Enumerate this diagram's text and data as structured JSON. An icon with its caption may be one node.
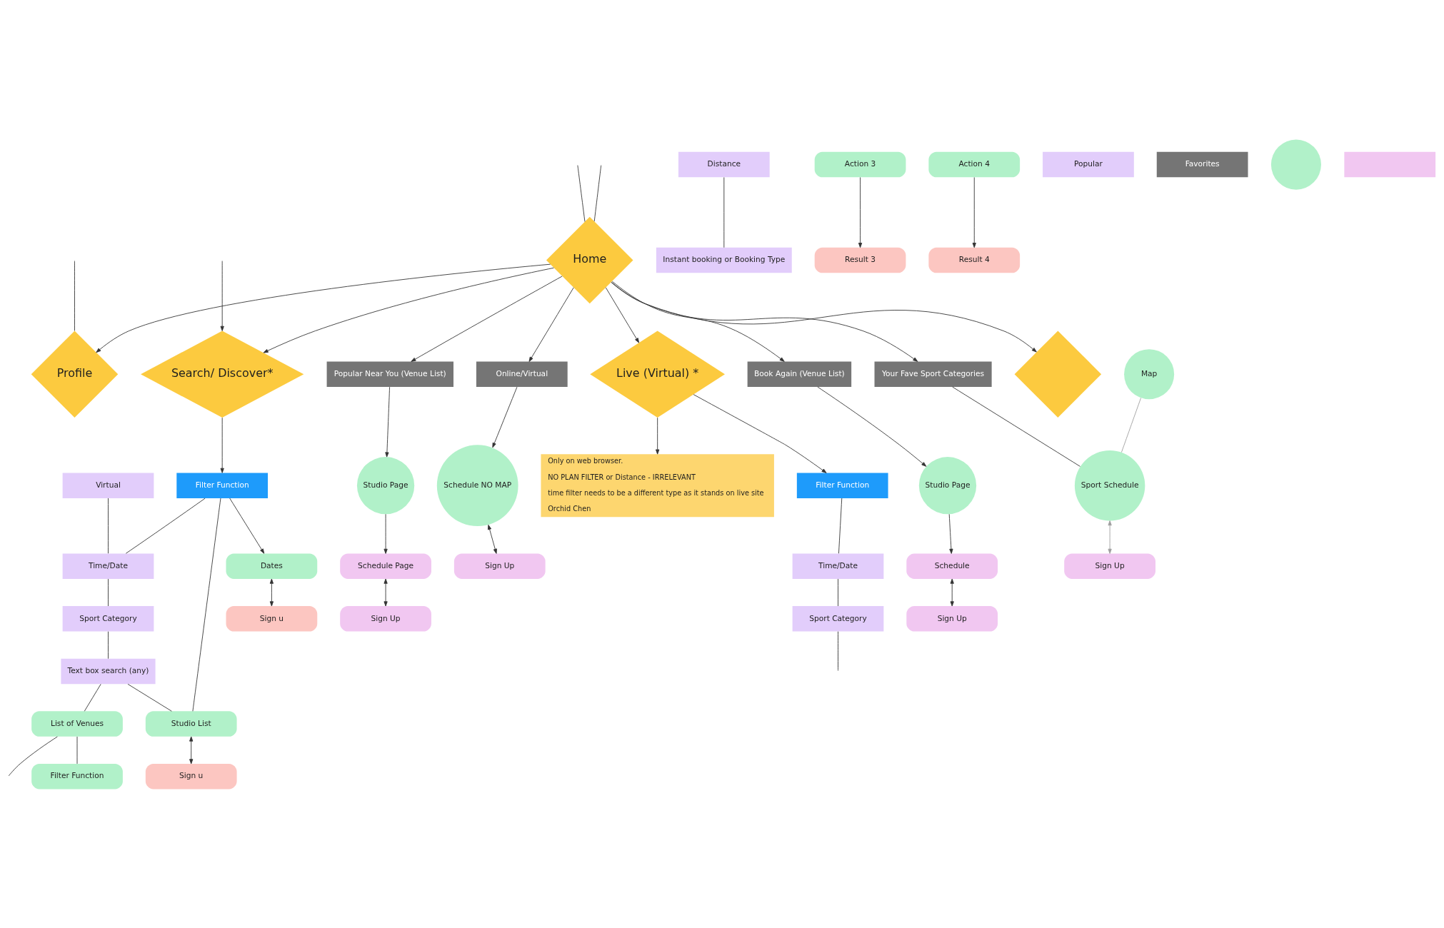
{
  "diagram": {
    "nodes": [
      {
        "text": [
          "Profile"
        ]
      },
      {
        "text": [],
        "shape": "diamond"
      },
      {
        "text": [
          "Home"
        ]
      },
      {
        "text": [
          "Search/ Discover*"
        ]
      },
      {
        "text": [
          "Your Fave Sport Categories"
        ]
      },
      {
        "text": [
          "Book Again (Venue List)"
        ]
      },
      {
        "text": [
          "Popular Near You (Venue List)"
        ]
      },
      {
        "text": [
          "Map"
        ]
      },
      {
        "text": [
          "Sport Schedule"
        ]
      },
      {
        "text": [
          "Sign Up"
        ]
      },
      {
        "text": [
          "Studio Page"
        ]
      },
      {
        "text": [
          "Schedule"
        ]
      },
      {
        "text": [
          "Sign Up"
        ]
      },
      {
        "text": [
          "Online/Virtual"
        ]
      },
      {
        "text": [
          "Schedule NO MAP"
        ]
      },
      {
        "text": [
          "Sign Up"
        ]
      },
      {
        "text": [
          "Studio Page"
        ]
      },
      {
        "text": [
          "Schedule Page"
        ]
      },
      {
        "text": [
          "Sign Up"
        ]
      },
      {
        "text": [
          "Live (Virtual) *"
        ]
      },
      {
        "text": [
          "Only on web browser.",
          "NO PLAN FILTER or Distance - IRRELEVANT",
          "time filter needs to be a different type as it stands on live site",
          "Orchid Chen"
        ]
      },
      {
        "text": [
          "Filter Function"
        ]
      },
      {
        "text": [
          "Time/Date"
        ]
      },
      {
        "text": [
          "Sport Category"
        ]
      },
      {
        "text": [
          "Filter Function"
        ]
      },
      {
        "text": [
          "Time/Date"
        ]
      },
      {
        "text": [
          "Virtual"
        ]
      },
      {
        "text": [
          "Sport Category"
        ]
      },
      {
        "text": [
          "Text box search (any)"
        ]
      },
      {
        "text": [
          "Distance"
        ]
      },
      {
        "text": [
          "Instant booking or Booking Type"
        ]
      },
      {
        "text": [
          "List of Venues"
        ]
      },
      {
        "text": [
          "Filter Function"
        ]
      },
      {
        "text": [
          "Studio List"
        ]
      },
      {
        "text": [
          "Dates"
        ]
      },
      {
        "text": [
          "Sign u"
        ]
      },
      {
        "text": [
          "Sign u"
        ]
      },
      {
        "text": [
          "Action 3"
        ]
      },
      {
        "text": [
          "Result 3"
        ]
      },
      {
        "text": [
          "Action 4"
        ]
      },
      {
        "text": [
          "Result 4"
        ]
      },
      {
        "text": [
          "Popular"
        ]
      },
      {
        "text": [
          "Favorites"
        ]
      },
      {
        "text": [],
        "shape": "circle"
      },
      {
        "text": [],
        "shape": "box"
      }
    ],
    "edges": [
      {
        "from": null,
        "to": 0,
        "arrow": "none"
      },
      {
        "from": 2,
        "to": 0,
        "arrow": "to"
      },
      {
        "from": 2,
        "to": 1,
        "arrow": "to"
      },
      {
        "from": null,
        "to": 2,
        "arrow": "none"
      },
      {
        "from": null,
        "to": 2,
        "arrow": "none"
      },
      {
        "from": 2,
        "to": 3,
        "arrow": "to"
      },
      {
        "from": null,
        "to": 3,
        "arrow": "to"
      },
      {
        "from": 2,
        "to": 4,
        "arrow": "to"
      },
      {
        "from": 2,
        "to": 5,
        "arrow": "to"
      },
      {
        "from": 2,
        "to": 6,
        "arrow": "to"
      },
      {
        "from": 2,
        "to": 13,
        "arrow": "to"
      },
      {
        "from": 2,
        "to": 19,
        "arrow": "to"
      },
      {
        "from": 4,
        "to": 8,
        "arrow": "none"
      },
      {
        "from": 7,
        "to": 8,
        "arrow": "none",
        "color": "#9e9e9e"
      },
      {
        "from": 8,
        "to": 9,
        "arrow": "both",
        "color": "#9e9e9e"
      },
      {
        "from": 5,
        "to": 10,
        "arrow": "to"
      },
      {
        "from": 10,
        "to": 11,
        "arrow": "to"
      },
      {
        "from": 11,
        "to": 12,
        "arrow": "both"
      },
      {
        "from": 13,
        "to": 14,
        "arrow": "to"
      },
      {
        "from": 14,
        "to": 15,
        "arrow": "both"
      },
      {
        "from": 6,
        "to": 16,
        "arrow": "to"
      },
      {
        "from": 16,
        "to": 17,
        "arrow": "to"
      },
      {
        "from": 17,
        "to": 18,
        "arrow": "both"
      },
      {
        "from": 19,
        "to": 20,
        "arrow": "to"
      },
      {
        "from": 19,
        "to": 21,
        "arrow": "to"
      },
      {
        "from": 21,
        "to": 22,
        "arrow": "none"
      },
      {
        "from": 22,
        "to": 23,
        "arrow": "none"
      },
      {
        "from": 23,
        "to": null,
        "arrow": "none"
      },
      {
        "from": 3,
        "to": 24,
        "arrow": "to"
      },
      {
        "from": 24,
        "to": 25,
        "arrow": "none"
      },
      {
        "from": 26,
        "to": 25,
        "arrow": "none"
      },
      {
        "from": 25,
        "to": 27,
        "arrow": "none"
      },
      {
        "from": 27,
        "to": 28,
        "arrow": "none"
      },
      {
        "from": 29,
        "to": 30,
        "arrow": "none"
      },
      {
        "from": 24,
        "to": 33,
        "arrow": "none"
      },
      {
        "from": 24,
        "to": 34,
        "arrow": "to"
      },
      {
        "from": 28,
        "to": 33,
        "arrow": "none"
      },
      {
        "from": 28,
        "to": 31,
        "arrow": "none"
      },
      {
        "from": 31,
        "to": 32,
        "arrow": "none"
      },
      {
        "from": 31,
        "to": null,
        "arrow": "none"
      },
      {
        "from": 33,
        "to": 35,
        "arrow": "both"
      },
      {
        "from": 34,
        "to": 36,
        "arrow": "both"
      },
      {
        "from": 37,
        "to": 38,
        "arrow": "to"
      },
      {
        "from": 39,
        "to": 40,
        "arrow": "to"
      }
    ]
  }
}
